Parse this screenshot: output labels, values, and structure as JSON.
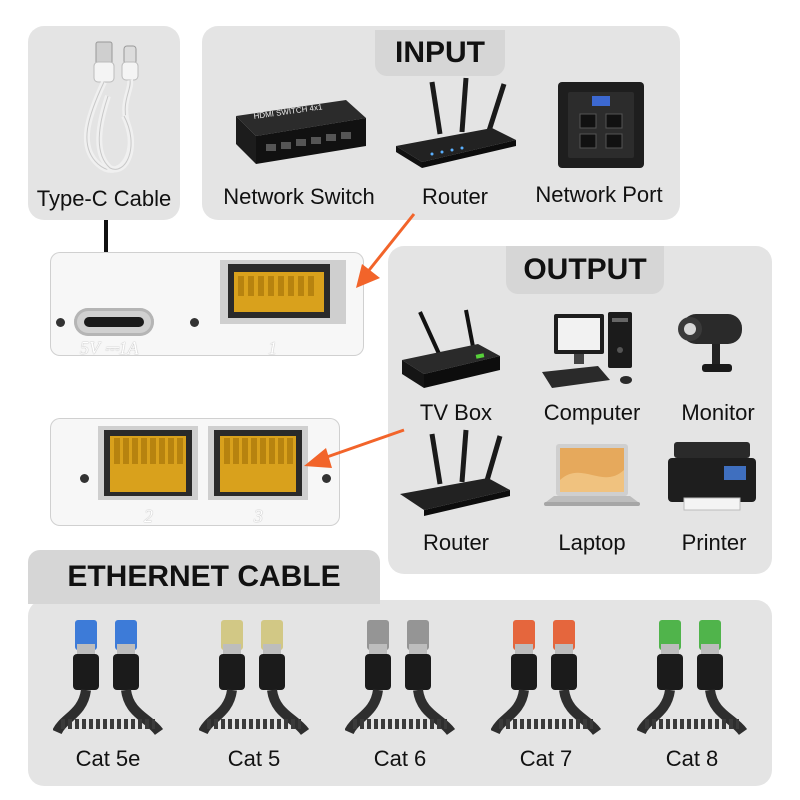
{
  "power": {
    "cable_label": "Type-C Cable",
    "port_marking": "5V ⎓1A"
  },
  "input": {
    "title": "INPUT",
    "devices": [
      {
        "label": "Network Switch",
        "icon": "network-switch-icon",
        "device_text": "HDMI  SWITCH 4x1"
      },
      {
        "label": "Router",
        "icon": "router-icon"
      },
      {
        "label": "Network Port",
        "icon": "network-port-icon"
      }
    ]
  },
  "splitter": {
    "input_port_number": "1",
    "output_port_numbers": [
      "2",
      "3"
    ]
  },
  "output": {
    "title": "OUTPUT",
    "devices": [
      {
        "label": "TV Box",
        "icon": "tv-box-icon"
      },
      {
        "label": "Computer",
        "icon": "computer-icon"
      },
      {
        "label": "Monitor",
        "icon": "security-camera-icon"
      },
      {
        "label": "Router",
        "icon": "router-icon"
      },
      {
        "label": "Laptop",
        "icon": "laptop-icon"
      },
      {
        "label": "Printer",
        "icon": "printer-icon"
      }
    ]
  },
  "ethernet": {
    "title": "ETHERNET CABLE",
    "cables": [
      {
        "label": "Cat 5e",
        "connector_color": "#2a6fd6"
      },
      {
        "label": "Cat 5",
        "connector_color": "#cfc47a"
      },
      {
        "label": "Cat 6",
        "connector_color": "#8c8c8c"
      },
      {
        "label": "Cat 7",
        "connector_color": "#e4582a"
      },
      {
        "label": "Cat 8",
        "connector_color": "#3fae3a"
      }
    ]
  },
  "colors": {
    "arrow": "#f2642a",
    "panel": "#e4e4e4",
    "tab": "#d6d6d6",
    "gold": "#d9a11c"
  }
}
